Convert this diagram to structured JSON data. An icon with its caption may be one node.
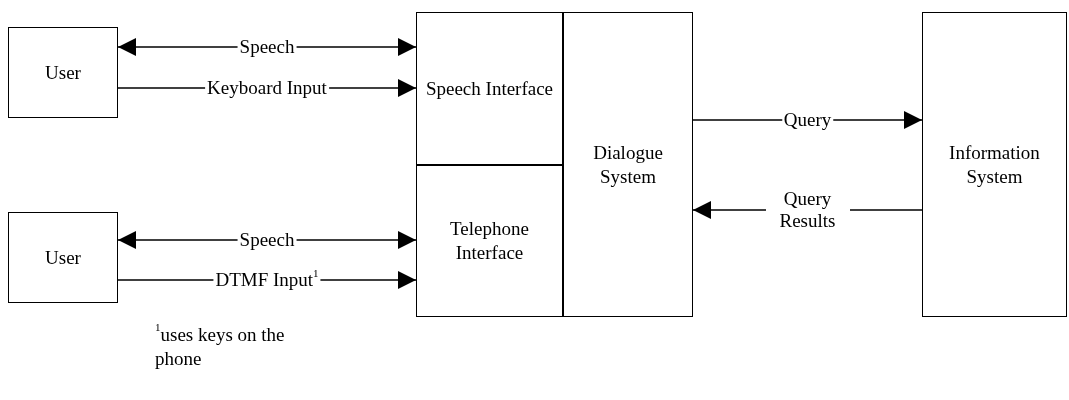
{
  "diagram": {
    "nodes": [
      {
        "text": [
          "User"
        ]
      },
      {
        "text": [
          "Speech Interface"
        ]
      },
      {
        "text": [
          "Dialogue System"
        ]
      },
      {
        "text": [
          "Information System"
        ]
      },
      {
        "text": [
          "User"
        ]
      },
      {
        "text": [
          "Telephone Interface"
        ]
      }
    ],
    "edges": [
      {
        "from": 0,
        "to": 1,
        "arrow": "both",
        "label": "Speech"
      },
      {
        "from": 0,
        "to": 1,
        "arrow": "to",
        "label": "Keyboard Input"
      },
      {
        "from": 2,
        "to": 3,
        "arrow": "to",
        "label": "Query"
      },
      {
        "from": 3,
        "to": 2,
        "arrow": "to",
        "label": "Query Results"
      },
      {
        "from": 4,
        "to": 5,
        "arrow": "both",
        "label": "Speech"
      },
      {
        "from": 4,
        "to": 5,
        "arrow": "to",
        "label": "DTMF Input$^{1}$"
      }
    ],
    "labels": [
      "$^{1}$uses keys on the phone"
    ]
  }
}
